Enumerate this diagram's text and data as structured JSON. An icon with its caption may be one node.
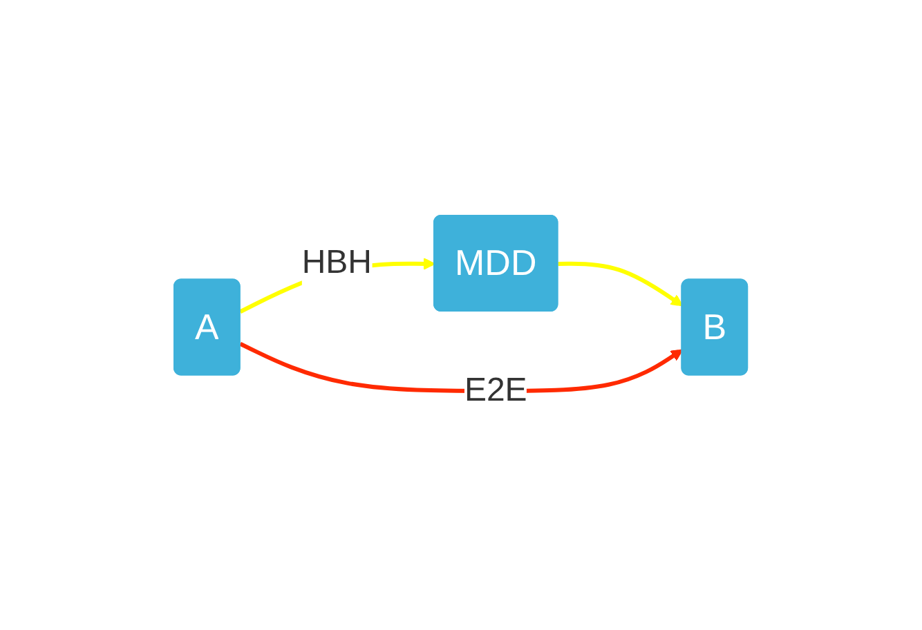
{
  "diagram": {
    "nodes": [
      {
        "text": [
          "MDD"
        ]
      },
      {
        "text": [
          "A"
        ]
      },
      {
        "text": [
          "B"
        ]
      }
    ],
    "edges": [
      {
        "from": 1,
        "to": 0,
        "arrow": "to",
        "label": "HBH",
        "color": "#ffff00"
      },
      {
        "from": 0,
        "to": 2,
        "arrow": "to",
        "color": "#ffff00"
      },
      {
        "from": 1,
        "to": 2,
        "arrow": "to",
        "label": "E2E",
        "color": "#ff2a00"
      }
    ]
  }
}
